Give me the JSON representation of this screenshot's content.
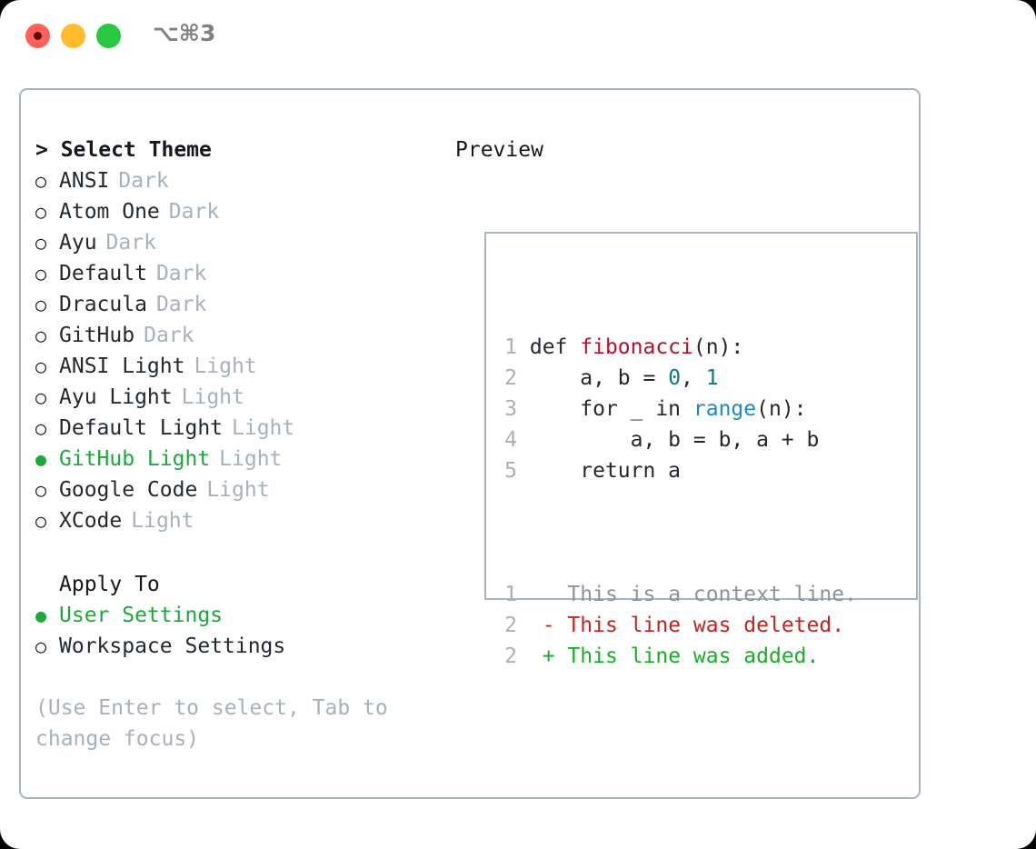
{
  "titlebar": {
    "shortcut": "⌥⌘3",
    "dots": [
      {
        "name": "close",
        "color": "#ff6059"
      },
      {
        "name": "minimize",
        "color": "#ffbd2e"
      },
      {
        "name": "maximize",
        "color": "#28c840"
      }
    ]
  },
  "theme_section": {
    "heading": "> Select Theme",
    "items": [
      {
        "marker": "○",
        "name": "ANSI",
        "tag": "Dark",
        "selected": false
      },
      {
        "marker": "○",
        "name": "Atom One",
        "tag": "Dark",
        "selected": false
      },
      {
        "marker": "○",
        "name": "Ayu",
        "tag": "Dark",
        "selected": false
      },
      {
        "marker": "○",
        "name": "Default",
        "tag": "Dark",
        "selected": false
      },
      {
        "marker": "○",
        "name": "Dracula",
        "tag": "Dark",
        "selected": false
      },
      {
        "marker": "○",
        "name": "GitHub",
        "tag": "Dark",
        "selected": false
      },
      {
        "marker": "○",
        "name": "ANSI Light",
        "tag": "Light",
        "selected": false
      },
      {
        "marker": "○",
        "name": "Ayu Light",
        "tag": "Light",
        "selected": false
      },
      {
        "marker": "○",
        "name": "Default Light",
        "tag": "Light",
        "selected": false
      },
      {
        "marker": "●",
        "name": "GitHub Light",
        "tag": "Light",
        "selected": true
      },
      {
        "marker": "○",
        "name": "Google Code",
        "tag": "Light",
        "selected": false
      },
      {
        "marker": "○",
        "name": "XCode",
        "tag": "Light",
        "selected": false
      }
    ]
  },
  "apply_to_section": {
    "heading": "Apply To",
    "items": [
      {
        "marker": "●",
        "name": "User Settings",
        "selected": true
      },
      {
        "marker": "○",
        "name": "Workspace Settings",
        "selected": false
      }
    ]
  },
  "hint": "(Use Enter to select, Tab to change focus)",
  "preview": {
    "title": "Preview",
    "code_lines": [
      {
        "num": "1",
        "tokens": [
          {
            "text": "def ",
            "kind": "plain"
          },
          {
            "text": "fibonacci",
            "kind": "func"
          },
          {
            "text": "(n):",
            "kind": "plain"
          }
        ]
      },
      {
        "num": "2",
        "tokens": [
          {
            "text": "    a, b = ",
            "kind": "plain"
          },
          {
            "text": "0",
            "kind": "num"
          },
          {
            "text": ", ",
            "kind": "plain"
          },
          {
            "text": "1",
            "kind": "num"
          }
        ]
      },
      {
        "num": "3",
        "tokens": [
          {
            "text": "    for _ in ",
            "kind": "plain"
          },
          {
            "text": "range",
            "kind": "builtin"
          },
          {
            "text": "(n):",
            "kind": "plain"
          }
        ]
      },
      {
        "num": "4",
        "tokens": [
          {
            "text": "        a, b = b, a + b",
            "kind": "plain"
          }
        ]
      },
      {
        "num": "5",
        "tokens": [
          {
            "text": "    return a",
            "kind": "plain"
          }
        ]
      }
    ],
    "diff_lines": [
      {
        "num": "1",
        "marker": " ",
        "text": "This is a context line.",
        "kind": "context"
      },
      {
        "num": "2",
        "marker": "-",
        "text": "This line was deleted.",
        "kind": "deletion"
      },
      {
        "num": "2",
        "marker": "+",
        "text": "This line was added.",
        "kind": "addition"
      }
    ]
  },
  "colors": {
    "accent_green": "#1da83c",
    "muted": "#a8b0bd",
    "text": "#24292e",
    "border": "#aab4c0",
    "func": "#b3122b",
    "number": "#0a7d77",
    "builtin": "#1a8bc4",
    "diff_context": "#8d939c",
    "diff_deletion": "#c4231f",
    "diff_addition": "#17b022"
  }
}
